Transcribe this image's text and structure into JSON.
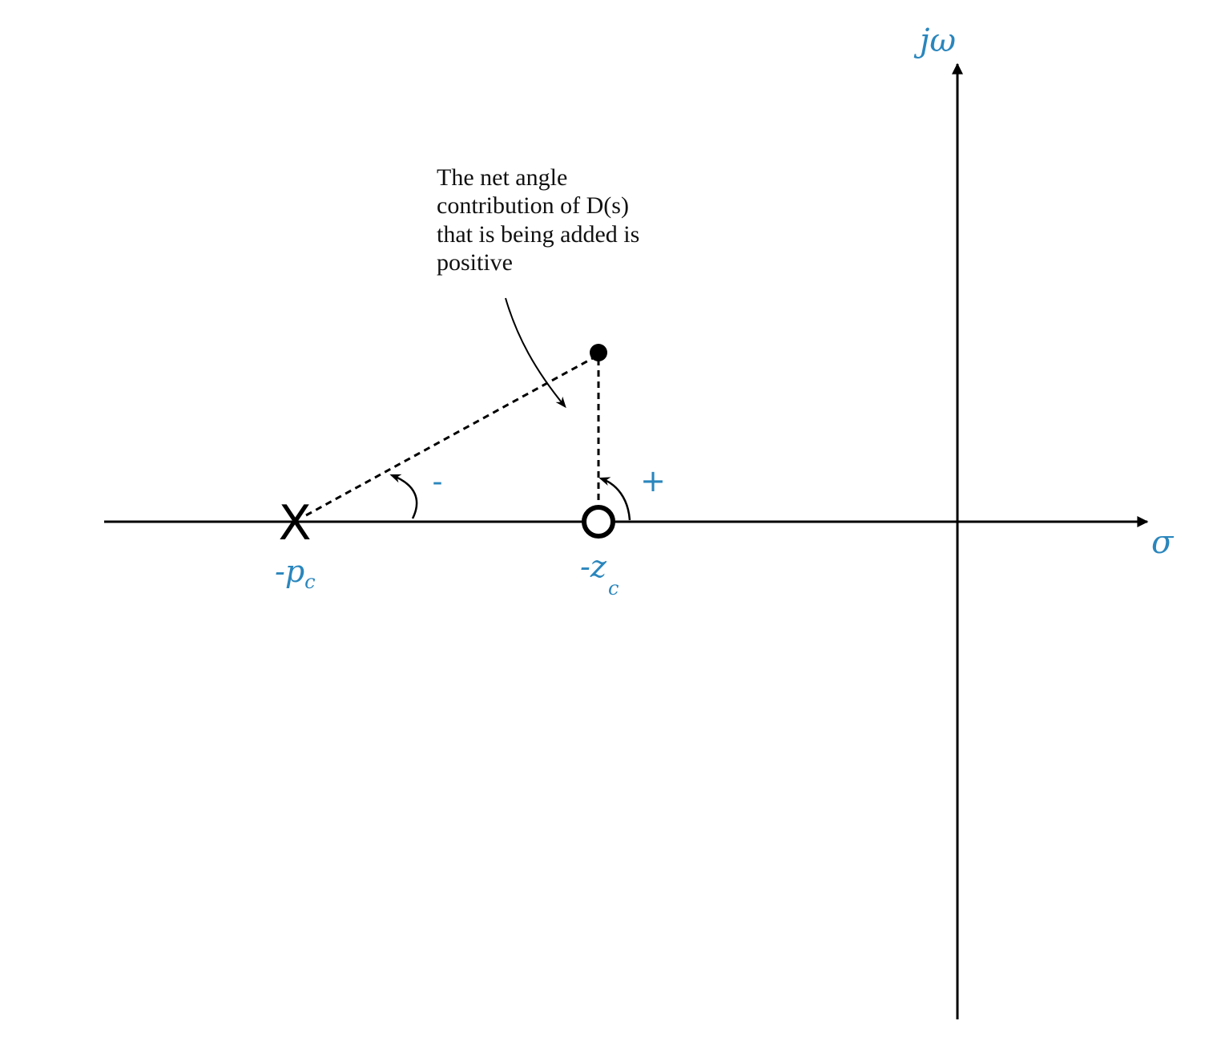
{
  "axes": {
    "vertical_label": "jω",
    "horizontal_label": "σ"
  },
  "markers": {
    "pole_symbol": "X",
    "pole_label_main": "-p",
    "pole_label_sub": "c",
    "zero_label_main": "-z",
    "zero_label_sub": "c"
  },
  "angles": {
    "pole_sign": "-",
    "zero_sign": "+"
  },
  "annotation": {
    "lines": [
      "The net angle",
      "contribution of D(s)",
      "that is being added is",
      "positive"
    ]
  },
  "colors": {
    "label_blue": "#2a86bd",
    "ink": "#000000"
  }
}
